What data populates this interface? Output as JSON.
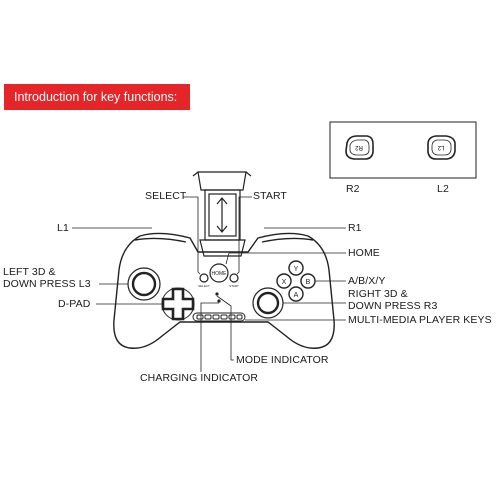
{
  "banner": {
    "text": "Introduction for key functions:"
  },
  "inset": {
    "r2_key": "R2",
    "l2_key": "L2",
    "r2_label": "R2",
    "l2_label": "L2"
  },
  "labels": {
    "select": "SELECT",
    "start": "START",
    "l1": "L1",
    "r1": "R1",
    "home": "HOME",
    "left3d_line1": "LEFT 3D &",
    "left3d_line2": "DOWN PRESS L3",
    "dpad": "D-PAD",
    "abxy": "A/B/X/Y",
    "right3d_line1": "RIGHT 3D &",
    "right3d_line2": "DOWN PRESS  R3",
    "multimedia": "MULTI-MEDIA PLAYER KEYS",
    "mode_indicator": "MODE INDICATOR",
    "charging_indicator": "CHARGING INDICATOR"
  },
  "device": {
    "home_button": "HOME",
    "select_small": "SELECT",
    "start_small": "START",
    "face_buttons": {
      "y": "Y",
      "x": "X",
      "b": "B",
      "a": "A"
    }
  },
  "colors": {
    "accent": "#e52528",
    "line": "#222222"
  }
}
